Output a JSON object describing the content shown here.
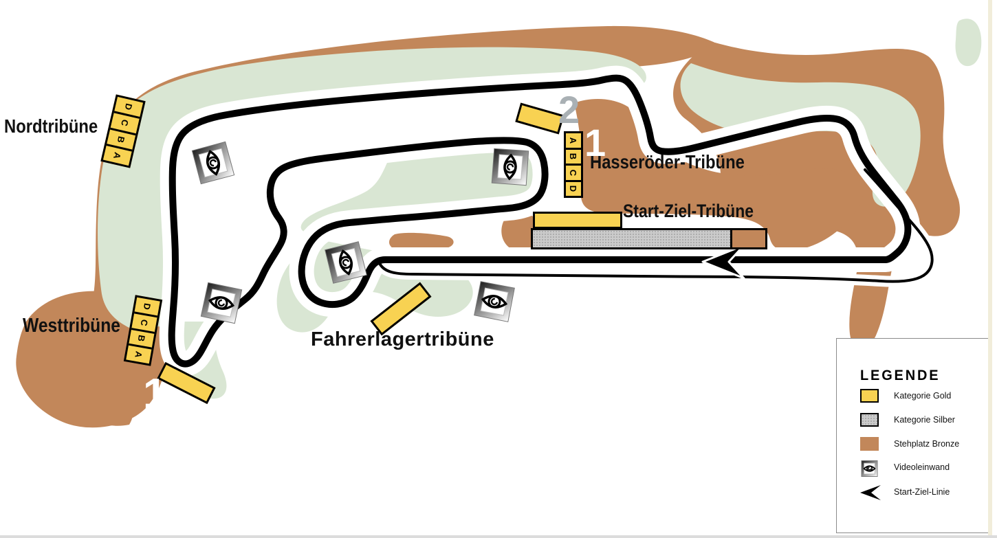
{
  "stands": {
    "sections": [
      "A",
      "B",
      "C",
      "D"
    ],
    "nord_label": "Nordtribüne",
    "west_label": "Westtribüne",
    "hasseroeder_label": "Hasseröder-Tribüne",
    "startziel_label": "Start-Ziel-Tribüne",
    "fahrerlager_label": "Fahrerlagertribüne"
  },
  "markers": {
    "west_block_number": "1",
    "hasseroeder_block_number": "1",
    "turn_number": "2"
  },
  "legend": {
    "title": "LEGENDE",
    "items": [
      {
        "key": "gold",
        "label": "Kategorie Gold"
      },
      {
        "key": "silver",
        "label": "Kategorie Silber"
      },
      {
        "key": "bronze",
        "label": "Stehplatz Bronze"
      },
      {
        "key": "video",
        "label": "Videoleinwand"
      },
      {
        "key": "startline",
        "label": "Start-Ziel-Linie"
      }
    ]
  },
  "colors": {
    "gold": "#F8D252",
    "silver": "#C9C9C9",
    "bronze": "#C2875A",
    "green": "#D9E6D3",
    "track": "#000000",
    "number_gray": "#A9B0B4",
    "number_white": "#FFFFFF"
  }
}
